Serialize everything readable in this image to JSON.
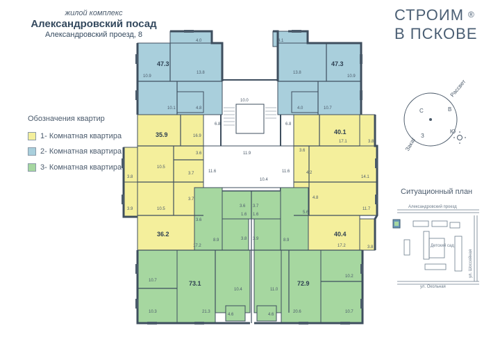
{
  "header": {
    "subtitle": "жилой комплекс",
    "title": "Александровский посад",
    "address": "Александровский проезд, 8"
  },
  "brand": {
    "line1": "СТРОИМ",
    "line2": "В ПСКОВЕ",
    "mark": "®"
  },
  "legend": {
    "title": "Обозначения квартир",
    "items": [
      {
        "label": "1- Комнатная квартира",
        "color": "#f4ef9c"
      },
      {
        "label": "2- Комнатная квартира",
        "color": "#a9cfdc"
      },
      {
        "label": "3- Комнатная квартира",
        "color": "#a6d7a0"
      }
    ]
  },
  "compass": {
    "north": "С",
    "east": "В",
    "south": "Ю",
    "west": "З",
    "sunrise": "Рассвет",
    "sunset": "Закат"
  },
  "situation_plan": {
    "title": "Ситуационный план",
    "street_top": "Александровский проезд",
    "street_right": "ул. Шоссейная",
    "street_bottom": "ул. Окольная",
    "building_label": "Детский сад"
  },
  "apartments": {
    "top_left_area": "47.3",
    "top_right_area": "47.3",
    "left_upper_area": "35.9",
    "right_upper_area": "40.1",
    "left_lower_area": "36.2",
    "right_lower_area": "40.4",
    "bottom_left_area": "73.1",
    "bottom_right_area": "72.9"
  },
  "rooms": {
    "tl_top": "4.0",
    "tl_living": "10.9",
    "tl_kitchen": "13.8",
    "tl_bed": "10.1",
    "tl_bath": "4.8",
    "tr_top": "4.1",
    "tr_kitchen": "13.8",
    "tr_living": "10.9",
    "tr_bath": "4.0",
    "tr_bed": "10.7",
    "core_a": "10.0",
    "core_b": "11.9",
    "core_c": "6.8",
    "core_d": "6.8",
    "lu_main": "16.9",
    "lu_bath": "3.6",
    "lu_kitchen": "10.5",
    "lu_side": "3.8",
    "lu_wc": "3.7",
    "ru_main": "17.1",
    "ru_side": "3.8",
    "ru_hall": "3.6",
    "ru_bath": "4.2",
    "ru_kitchen": "14.1",
    "corr_left": "11.6",
    "corr_mid": "10.4",
    "corr_right": "11.6",
    "ll_kitchen": "10.5",
    "ll_side": "3.9",
    "ll_wc": "3.7",
    "ll_hall": "3.6",
    "ll_main": "17.2",
    "rl_bath": "4.8",
    "rl_hall": "5.6",
    "rl_kitchen": "11.7",
    "rl_main": "17.2",
    "rl_side": "3.8",
    "c_left": "8.9",
    "c_right": "8.9",
    "c_b1": "3.8",
    "c_b2": "3.9",
    "c_s1": "3.6",
    "c_s2": "3.7",
    "c_s3": "1.6",
    "c_s4": "1.6",
    "bl_bed1": "10.7",
    "bl_bed2": "10.3",
    "bl_living": "21.3",
    "bl_kitchen": "10.4",
    "bl_bal": "4.6",
    "br_bed1": "11.0",
    "br_living": "20.6",
    "br_bed2": "10.2",
    "br_bed3": "10.7",
    "br_bal": "4.6"
  }
}
